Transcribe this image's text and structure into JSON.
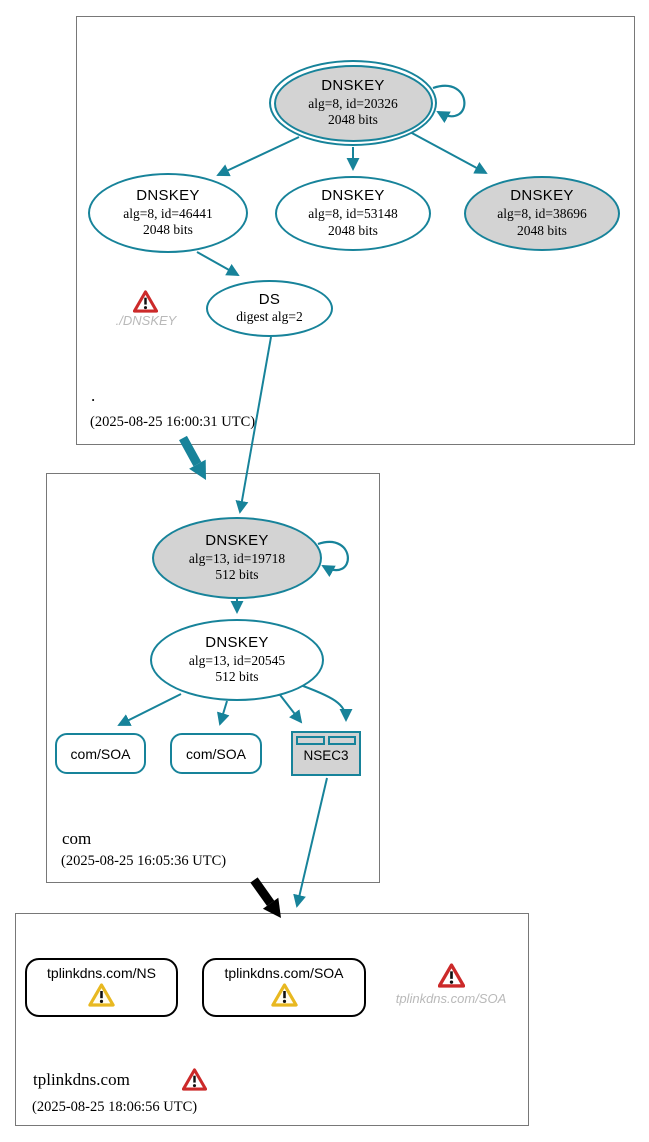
{
  "colors": {
    "edge_teal": "#17839a",
    "node_fill_gray": "#d3d3d3",
    "warning_red": "#cc2a2a",
    "warning_yellow": "#e8b820",
    "ghost_text_gray": "#b9b9b9",
    "black_arrow": "#000000"
  },
  "root_zone": {
    "label": ".",
    "timestamp": "(2025-08-25 16:00:31 UTC)",
    "ksk": {
      "title": "DNSKEY",
      "line2": "alg=8, id=20326",
      "line3": "2048 bits"
    },
    "zsk1": {
      "title": "DNSKEY",
      "line2": "alg=8, id=46441",
      "line3": "2048 bits"
    },
    "zsk2": {
      "title": "DNSKEY",
      "line2": "alg=8, id=53148",
      "line3": "2048 bits"
    },
    "zsk3": {
      "title": "DNSKEY",
      "line2": "alg=8, id=38696",
      "line3": "2048 bits"
    },
    "ds": {
      "title": "DS",
      "line2": "digest alg=2"
    },
    "warning_label": "./DNSKEY"
  },
  "com_zone": {
    "label": "com",
    "timestamp": "(2025-08-25 16:05:36 UTC)",
    "ksk": {
      "title": "DNSKEY",
      "line2": "alg=13, id=19718",
      "line3": "512 bits"
    },
    "zsk": {
      "title": "DNSKEY",
      "line2": "alg=13, id=20545",
      "line3": "512 bits"
    },
    "soa1": {
      "label": "com/SOA"
    },
    "soa2": {
      "label": "com/SOA"
    },
    "nsec3": {
      "label": "NSEC3"
    }
  },
  "tplink_zone": {
    "label": "tplinkdns.com",
    "timestamp": "(2025-08-25 18:06:56 UTC)",
    "ns": {
      "label": "tplinkdns.com/NS"
    },
    "soa": {
      "label": "tplinkdns.com/SOA"
    },
    "ghost_label": "tplinkdns.com/SOA"
  }
}
